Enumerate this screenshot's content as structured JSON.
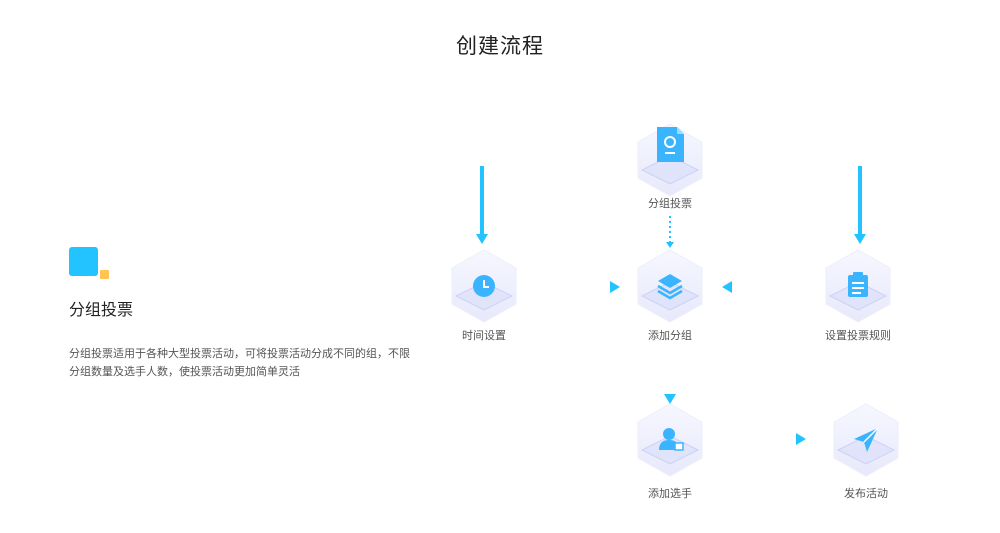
{
  "title": "创建流程",
  "info": {
    "heading": "分组投票",
    "description": "分组投票适用于各种大型投票活动，可将投票活动分成不同的组，不限分组数量及选手人数，使投票活动更加简单灵活"
  },
  "nodes": {
    "group_vote": "分组投票",
    "time_settings": "时间设置",
    "add_group": "添加分组",
    "vote_rules": "设置投票规则",
    "add_candidates": "添加选手",
    "publish": "发布活动"
  },
  "colors": {
    "accent": "#22c3ff",
    "accent_secondary": "#ffc451",
    "node_base": "#e8e9fb",
    "icon": "#3bb4ff"
  },
  "icons": {
    "group_vote": "document-location-icon",
    "time_settings": "clock-icon",
    "add_group": "layers-icon",
    "vote_rules": "clipboard-icon",
    "add_candidates": "user-icon",
    "publish": "paper-plane-icon"
  }
}
